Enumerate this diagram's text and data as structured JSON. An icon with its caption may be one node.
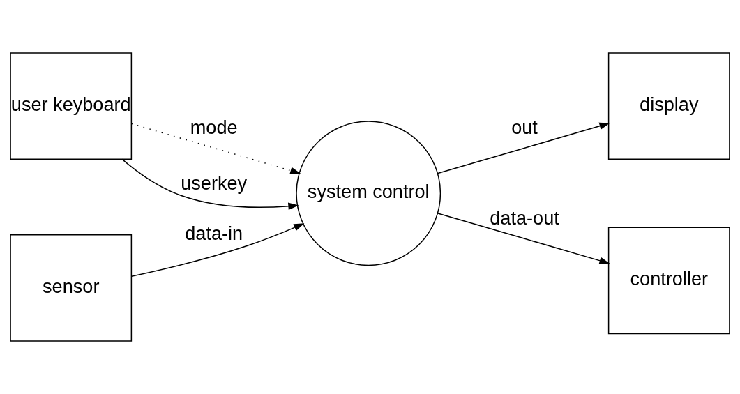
{
  "diagram": {
    "nodes": [
      {
        "text": [
          "user keyboard"
        ]
      },
      {
        "text": [
          "display"
        ]
      },
      {
        "text": [
          "system control"
        ]
      },
      {
        "text": [
          "sensor"
        ]
      },
      {
        "text": [
          "controller"
        ]
      }
    ],
    "edges": [
      {
        "from": 0,
        "to": 2,
        "arrow": "to",
        "style": "dashed",
        "label": "mode"
      },
      {
        "from": 0,
        "to": 2,
        "arrow": "to",
        "label": "userkey"
      },
      {
        "from": 3,
        "to": 2,
        "arrow": "to",
        "label": "data-in"
      },
      {
        "from": 2,
        "to": 1,
        "arrow": "to",
        "label": "out"
      },
      {
        "from": 2,
        "to": 4,
        "arrow": "to",
        "label": "data-out"
      }
    ]
  }
}
